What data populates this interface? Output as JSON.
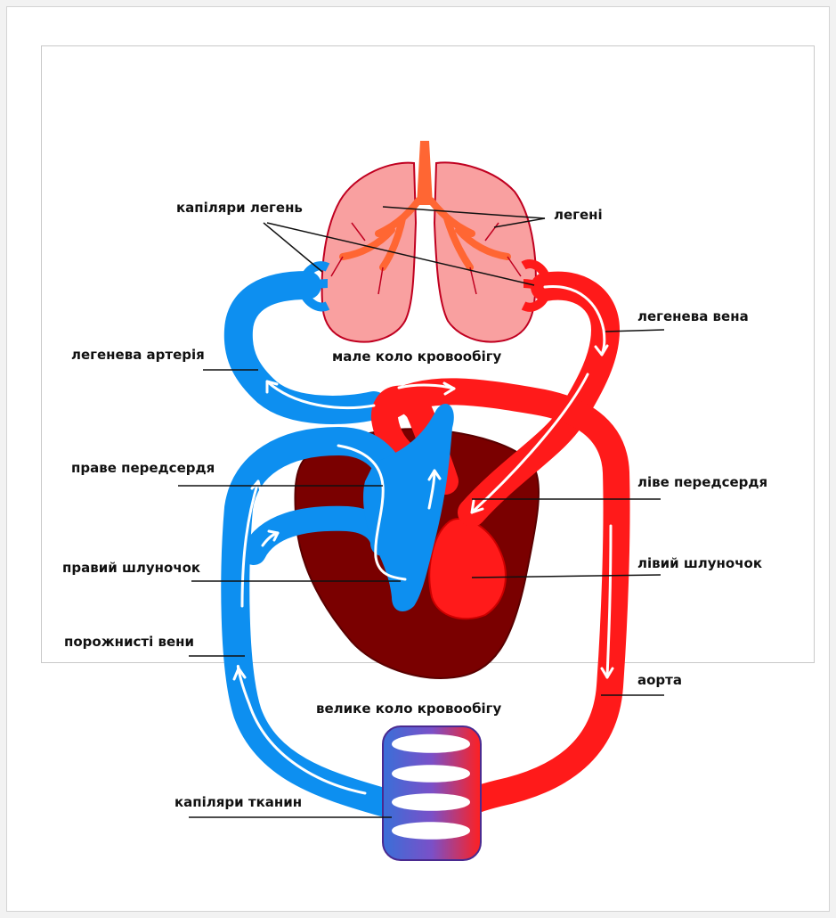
{
  "labels": {
    "lung_capillaries": "капіляри легень",
    "lungs": "легені",
    "pulmonary_vein": "легенева вена",
    "pulmonary_artery": "легенева артерія",
    "small_circle": "мале коло кровообігу",
    "right_atrium": "праве передсердя",
    "left_atrium": "ліве передсердя",
    "right_ventricle": "правий шлуночок",
    "left_ventricle": "лівий шлуночок",
    "vena_cava": "порожнисті вени",
    "aorta": "аорта",
    "large_circle": "велике коло кровообігу",
    "tissue_capillaries": "капіляри тканин"
  },
  "colors": {
    "arterial": "#ff0000",
    "venous": "#0d8ff0",
    "heart": "#7a0000",
    "lung": "#f9a0a0",
    "trachea": "#ff6633"
  }
}
